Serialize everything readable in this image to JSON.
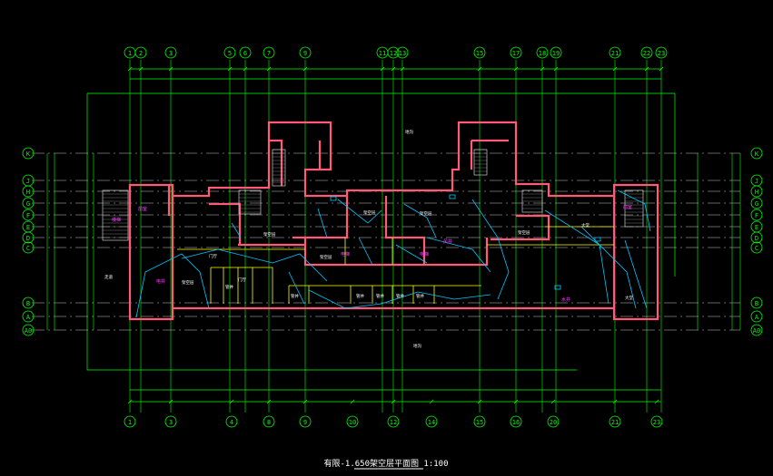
{
  "drawing": {
    "title": "有限-1.650架空层平面图 1:100",
    "title_color": "#ffffff"
  },
  "colors": {
    "background": "#000000",
    "axis_line": "#00ff00",
    "bubble": "#00ff00",
    "grid_dash": "#c8c8c8",
    "wall": "#ff5a78",
    "pipe": "#00c8ff",
    "thin_wall": "#ffff00",
    "magenta_text": "#ff40ff",
    "white_text": "#ffffff"
  },
  "axes": {
    "top_labels": [
      "1",
      "2",
      "3",
      "5",
      "6",
      "7",
      "9",
      "11",
      "12",
      "13",
      "15",
      "17",
      "18",
      "19",
      "21",
      "22",
      "23"
    ],
    "bottom_labels": [
      "1",
      "3",
      "4",
      "8",
      "9",
      "10",
      "12",
      "14",
      "15",
      "16",
      "20",
      "21",
      "23"
    ],
    "side_labels": [
      "K",
      "J",
      "H",
      "G",
      "F",
      "E",
      "D",
      "C",
      "B",
      "A",
      "A0"
    ]
  },
  "room_labels": {
    "magenta": [
      "楼梯",
      "前室",
      "前室",
      "电梯",
      "电梯",
      "水井",
      "电井",
      "风井"
    ],
    "white": [
      "架空层",
      "架空层",
      "架空层",
      "架空层",
      "架空层",
      "架空层",
      "大堂",
      "大堂",
      "门厅",
      "门厅",
      "管井",
      "管井",
      "管井",
      "管井",
      "管井",
      "管井",
      "地沟",
      "地沟",
      "走道"
    ]
  }
}
